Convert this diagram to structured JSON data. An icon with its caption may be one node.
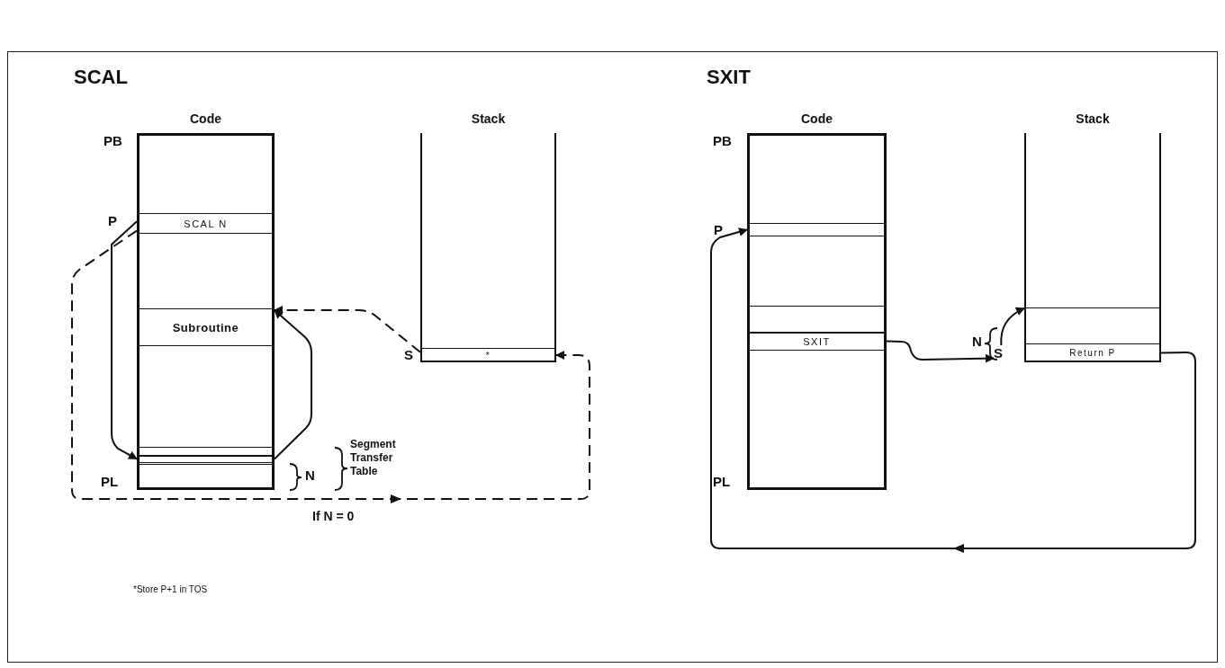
{
  "diagram": {
    "nodes": [
      {
        "text": [
          "Code"
        ],
        "beside": [
          "PB",
          "PL"
        ]
      },
      {
        "text": [
          "SCAL N"
        ],
        "in": 0,
        "beside": [
          "P"
        ]
      },
      {
        "text": [
          "Subroutine"
        ],
        "in": 0
      },
      {
        "text": [],
        "shape": "box",
        "in": 0
      },
      {
        "text": [],
        "shape": "box",
        "in": 0
      },
      {
        "text": [],
        "shape": "box",
        "in": 0
      },
      {
        "text": [
          "Stack"
        ]
      },
      {
        "text": [
          "*"
        ],
        "in": 6,
        "beside": [
          "S"
        ]
      },
      {
        "text": [
          "Code"
        ],
        "beside": [
          "PB",
          "PL"
        ]
      },
      {
        "text": [],
        "shape": "box",
        "in": 8,
        "beside": [
          "P"
        ]
      },
      {
        "text": [],
        "shape": "box",
        "in": 8
      },
      {
        "text": [
          "SXIT"
        ],
        "in": 8
      },
      {
        "text": [
          "Stack"
        ]
      },
      {
        "text": [],
        "shape": "box",
        "in": 12
      },
      {
        "text": [
          "Return P"
        ],
        "in": 12
      },
      {
        "text": [
          "S"
        ]
      }
    ],
    "edges": [
      {
        "from": 1,
        "to": 4,
        "arrow": "to"
      },
      {
        "from": 4,
        "to": 2,
        "arrow": "to"
      },
      {
        "from": 1,
        "to": 7,
        "arrow": "to",
        "style": "dashed",
        "label": "If N = 0"
      },
      {
        "from": 7,
        "to": 2,
        "arrow": "to",
        "style": "dashed"
      },
      {
        "from": 11,
        "to": 15,
        "arrow": "to"
      },
      {
        "from": 15,
        "to": 13,
        "arrow": "to"
      },
      {
        "from": 14,
        "to": 9,
        "arrow": "to"
      }
    ],
    "labels": [
      "SCAL",
      "SXIT",
      "N",
      "Segment Transfer Table",
      "N",
      "*Store P+1 in TOS"
    ]
  }
}
